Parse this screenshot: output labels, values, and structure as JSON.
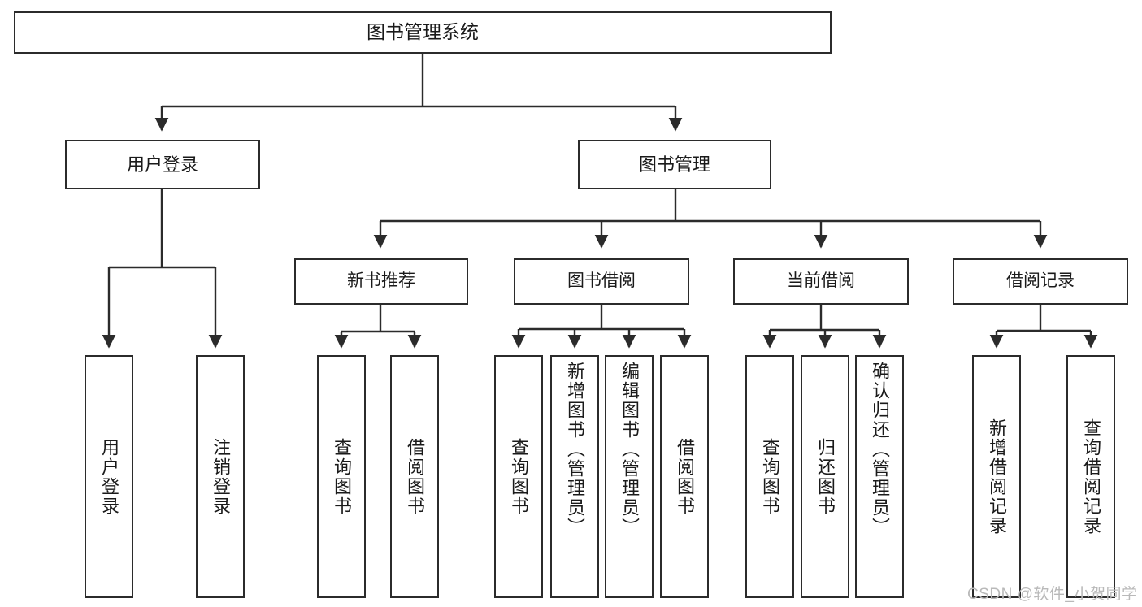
{
  "diagram": {
    "type": "tree-hierarchy",
    "title": "图书管理系统",
    "root": {
      "id": "root",
      "label": "图书管理系统"
    },
    "level1": [
      {
        "id": "user-login",
        "label": "用户登录"
      },
      {
        "id": "book-management",
        "label": "图书管理"
      }
    ],
    "level2": [
      {
        "id": "new-book-recommend",
        "label": "新书推荐",
        "parent": "book-management"
      },
      {
        "id": "book-borrow",
        "label": "图书借阅",
        "parent": "book-management"
      },
      {
        "id": "current-borrow",
        "label": "当前借阅",
        "parent": "book-management"
      },
      {
        "id": "borrow-record",
        "label": "借阅记录",
        "parent": "book-management"
      }
    ],
    "leaves": [
      {
        "id": "leaf-user-login",
        "label": "用户登录",
        "parent": "user-login"
      },
      {
        "id": "leaf-user-logout",
        "label": "注销登录",
        "parent": "user-login"
      },
      {
        "id": "leaf-query-book-1",
        "label": "查询图书",
        "parent": "new-book-recommend"
      },
      {
        "id": "leaf-borrow-book-1",
        "label": "借阅图书",
        "parent": "new-book-recommend"
      },
      {
        "id": "leaf-query-book-2",
        "label": "查询图书",
        "parent": "book-borrow"
      },
      {
        "id": "leaf-add-book",
        "label": "新增图书（管理员）",
        "parent": "book-borrow"
      },
      {
        "id": "leaf-edit-book",
        "label": "编辑图书（管理员）",
        "parent": "book-borrow"
      },
      {
        "id": "leaf-borrow-book-2",
        "label": "借阅图书",
        "parent": "book-borrow"
      },
      {
        "id": "leaf-query-book-3",
        "label": "查询图书",
        "parent": "current-borrow"
      },
      {
        "id": "leaf-return-book",
        "label": "归还图书",
        "parent": "current-borrow"
      },
      {
        "id": "leaf-confirm-return",
        "label": "确认归还（管理员）",
        "parent": "current-borrow"
      },
      {
        "id": "leaf-add-record",
        "label": "新增借阅记录",
        "parent": "borrow-record"
      },
      {
        "id": "leaf-query-record",
        "label": "查询借阅记录",
        "parent": "borrow-record"
      }
    ],
    "colors": {
      "stroke": "#2b2b2b",
      "fill": "#ffffff",
      "text": "#1a1a1a",
      "watermark": "#b9b9b9"
    }
  },
  "watermark": {
    "text": "CSDN @软件_小贺同学"
  }
}
